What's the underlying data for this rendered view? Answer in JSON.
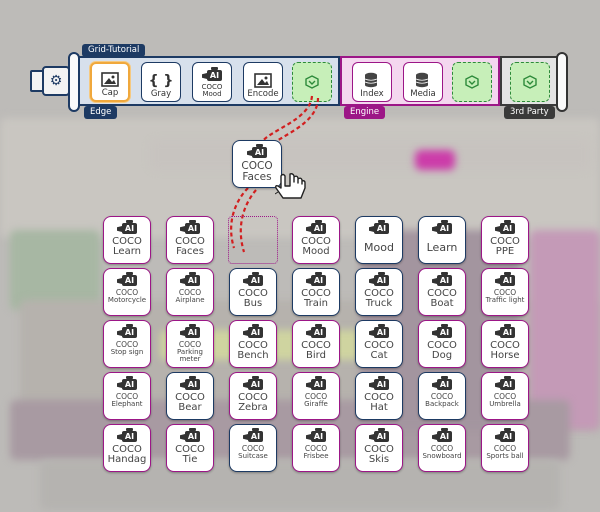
{
  "toolbar": {
    "title_tag": "Grid-Tutorial",
    "sections": {
      "edge": "Edge",
      "engine": "Engine",
      "third_party": "3rd Party"
    },
    "buttons": [
      {
        "label": "Cap",
        "icon": "image-icon"
      },
      {
        "label": "Gray",
        "icon": "braces-icon"
      },
      {
        "label1": "COCO",
        "label2": "Mood",
        "icon": "ai-camera-icon"
      },
      {
        "label": "Encode",
        "icon": "image-icon"
      },
      {
        "label": "Index",
        "icon": "database-icon"
      },
      {
        "label": "Media",
        "icon": "database-icon"
      }
    ],
    "settings_icon": "gear-icon",
    "add_icon": "add-block-icon"
  },
  "dragged_card": {
    "line1": "COCO",
    "line2": "Faces"
  },
  "grid": [
    [
      {
        "l1": "COCO",
        "l2": "Learn"
      },
      {
        "l1": "COCO",
        "l2": "Faces"
      },
      null,
      {
        "l1": "COCO",
        "l2": "Mood"
      },
      {
        "solo": "Mood"
      },
      {
        "solo": "Learn"
      },
      {
        "l1": "COCO",
        "l2": "PPE"
      }
    ],
    [
      {
        "l1": "COCO",
        "l2": "Motorcycle",
        "small": true
      },
      {
        "l1": "COCO",
        "l2": "Airplane",
        "small": true
      },
      {
        "l1": "COCO",
        "l2": "Bus"
      },
      {
        "l1": "COCO",
        "l2": "Train"
      },
      {
        "l1": "COCO",
        "l2": "Truck"
      },
      {
        "l1": "COCO",
        "l2": "Boat"
      },
      {
        "l1": "COCO",
        "l2": "Traffic light",
        "small": true
      }
    ],
    [
      {
        "l1": "COCO",
        "l2": "Stop sign",
        "small": true
      },
      {
        "l1": "COCO",
        "l2": "Parking meter",
        "small": true
      },
      {
        "l1": "COCO",
        "l2": "Bench"
      },
      {
        "l1": "COCO",
        "l2": "Bird"
      },
      {
        "l1": "COCO",
        "l2": "Cat"
      },
      {
        "l1": "COCO",
        "l2": "Dog"
      },
      {
        "l1": "COCO",
        "l2": "Horse"
      }
    ],
    [
      {
        "l1": "COCO",
        "l2": "Elephant",
        "small": true
      },
      {
        "l1": "COCO",
        "l2": "Bear"
      },
      {
        "l1": "COCO",
        "l2": "Zebra"
      },
      {
        "l1": "COCO",
        "l2": "Giraffe",
        "small": true
      },
      {
        "l1": "COCO",
        "l2": "Hat"
      },
      {
        "l1": "COCO",
        "l2": "Backpack",
        "small": true
      },
      {
        "l1": "COCO",
        "l2": "Umbrella",
        "small": true
      }
    ],
    [
      {
        "l1": "COCO",
        "l2": "Handag"
      },
      {
        "l1": "COCO",
        "l2": "Tie"
      },
      {
        "l1": "COCO",
        "l2": "Suitcase",
        "small": true
      },
      {
        "l1": "COCO",
        "l2": "Frisbee",
        "small": true
      },
      {
        "l1": "COCO",
        "l2": "Skis"
      },
      {
        "l1": "COCO",
        "l2": "Snowboard",
        "small": true
      },
      {
        "l1": "COCO",
        "l2": "Sports ball",
        "small": true
      }
    ]
  ],
  "colors": {
    "edge": "#1d3a63",
    "engine": "#9c1687",
    "third_party": "#3a3a3a",
    "selected": "#f0a83c",
    "add_block": "#c7efb9"
  }
}
